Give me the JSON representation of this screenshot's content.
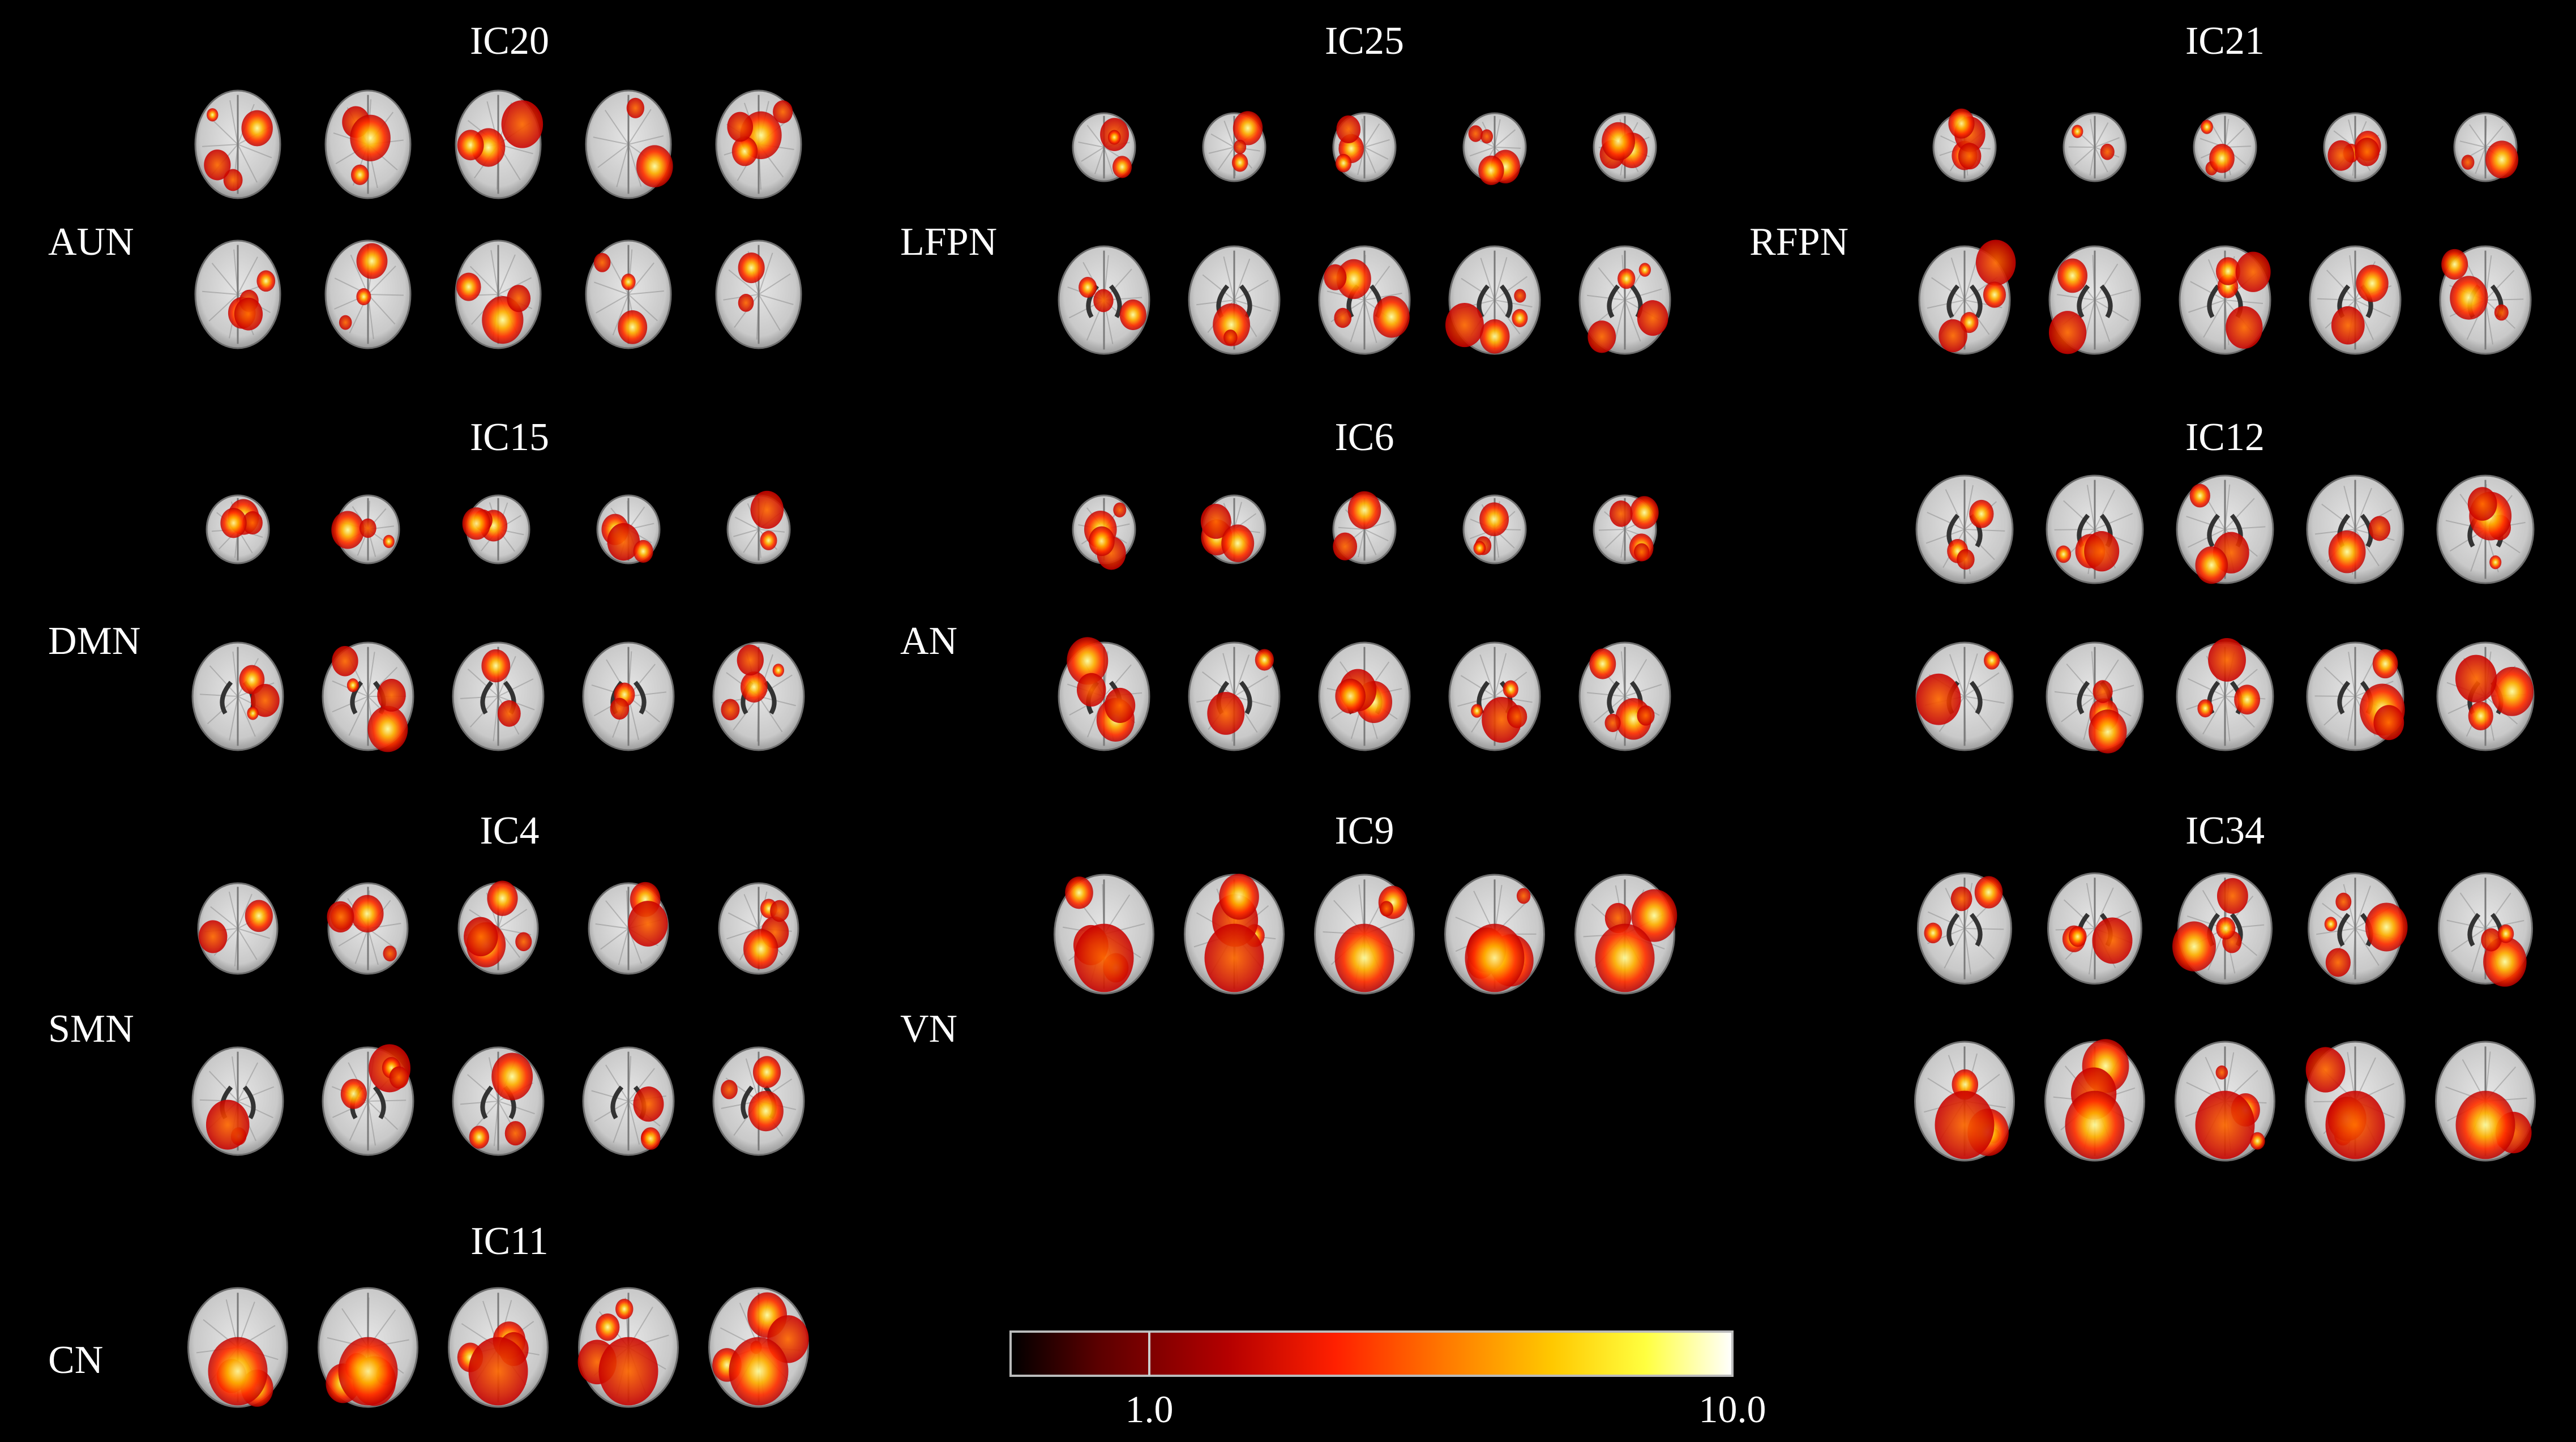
{
  "accent_colors": {
    "background": "#000000",
    "text": "#ffffff",
    "brain": "#d8d8d8",
    "activation_low": "#8b0000",
    "activation_high": "#ffffff"
  },
  "panels": [
    {
      "component": "IC20",
      "network": "AUN"
    },
    {
      "component": "IC25",
      "network": "LFPN"
    },
    {
      "component": "IC21",
      "network": "RFPN"
    },
    {
      "component": "IC15",
      "network": "DMN"
    },
    {
      "component": "IC6",
      "network": "AN"
    },
    {
      "component": "IC12",
      "network": ""
    },
    {
      "component": "IC4",
      "network": "SMN"
    },
    {
      "component": "IC9",
      "network": "VN"
    },
    {
      "component": "IC34",
      "network": ""
    },
    {
      "component": "IC11",
      "network": "CN"
    }
  ],
  "colorbar": {
    "min_label": "1.0",
    "max_label": "10.0",
    "stops": [
      "#000000",
      "#5a0000",
      "#b40000",
      "#ff2000",
      "#ff7800",
      "#ffc800",
      "#ffff40",
      "#ffffff"
    ]
  }
}
